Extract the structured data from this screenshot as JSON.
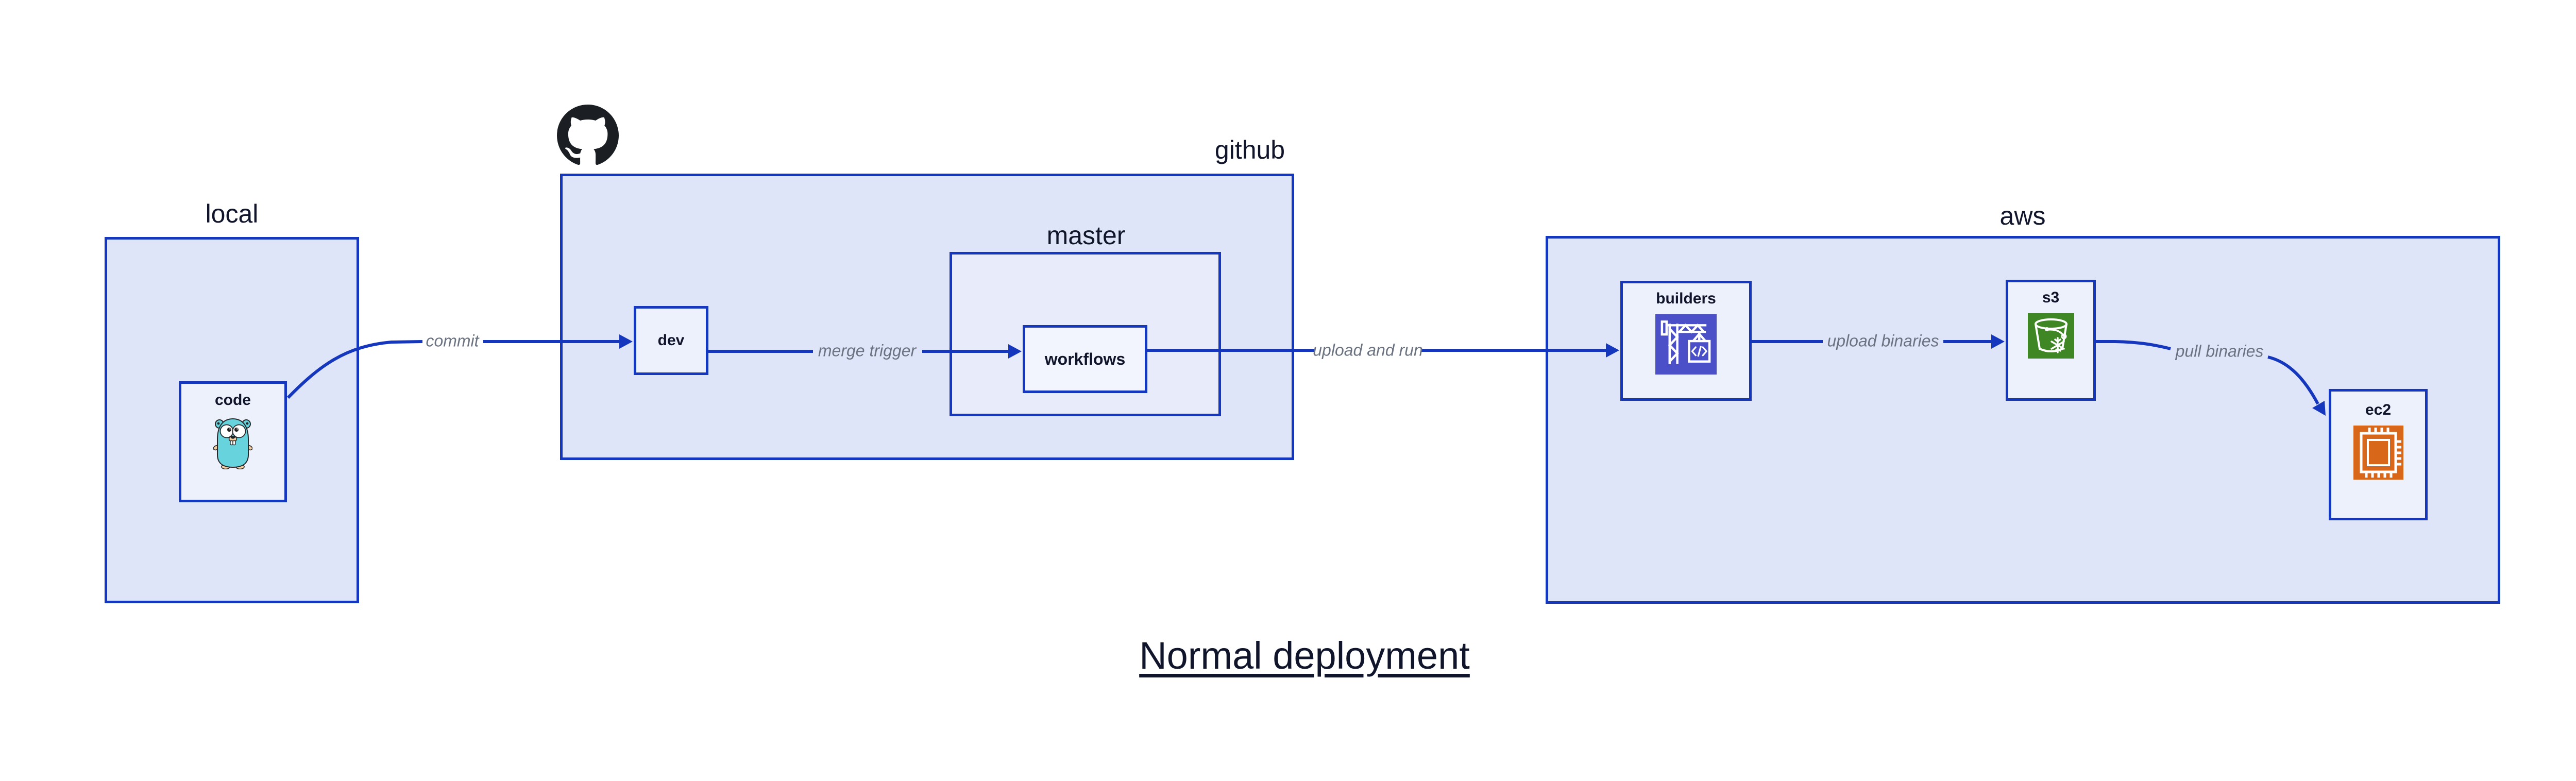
{
  "title": {
    "text": "Normal deployment"
  },
  "groups": {
    "local": {
      "label": "local"
    },
    "github": {
      "label": "github"
    },
    "master": {
      "label": "master"
    },
    "aws": {
      "label": "aws"
    }
  },
  "nodes": {
    "code": {
      "label": "code"
    },
    "dev": {
      "label": "dev"
    },
    "workflows": {
      "label": "workflows"
    },
    "builders": {
      "label": "builders"
    },
    "s3": {
      "label": "s3"
    },
    "ec2": {
      "label": "ec2"
    }
  },
  "edges": [
    {
      "id": "commit",
      "label": "commit",
      "from": "code",
      "to": "dev"
    },
    {
      "id": "merge-trigger",
      "label": "merge trigger",
      "from": "dev",
      "to": "workflows"
    },
    {
      "id": "upload-and-run",
      "label": "upload and run",
      "from": "workflows",
      "to": "builders"
    },
    {
      "id": "upload-binaries",
      "label": "upload binaries",
      "from": "builders",
      "to": "s3"
    },
    {
      "id": "pull-binaries",
      "label": "pull binaries",
      "from": "s3",
      "to": "ec2"
    }
  ],
  "icons": {
    "github": "octocat-mark",
    "code": "go-gopher",
    "builders": "aws-codebuild-crane",
    "s3": "s3-glacier-bucket-snowflake",
    "ec2": "ec2-chip"
  },
  "colors": {
    "border_and_arrows": "#1437be",
    "group_fill": "#dfe5f9",
    "master_fill": "#e8ecfa",
    "node_fill": "#edf1fc",
    "text_dark": "#10152b",
    "edge_label_gray": "#6b7280",
    "codebuild_indigo": "#4b50c8",
    "s3_green": "#3f8624",
    "ec2_orange": "#d9671a",
    "octocat_black": "#1b1f23",
    "gopher_teal": "#66d3dd",
    "gopher_tan": "#f3cfa2"
  }
}
